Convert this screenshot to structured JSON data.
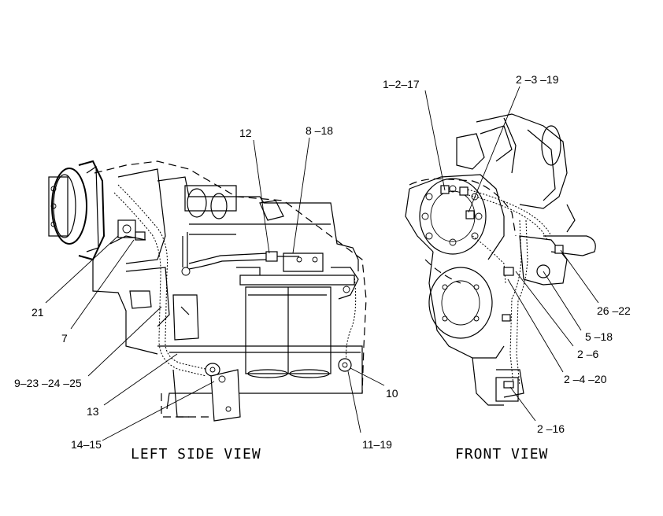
{
  "views": {
    "left_title": "LEFT SIDE VIEW",
    "front_title": "FRONT VIEW"
  },
  "callouts": {
    "c12": "12",
    "c8_18": "8 –18",
    "c21": "21",
    "c7": "7",
    "c9_23_24_25": "9–23 –24 –25",
    "c13": "13",
    "c14_15": "14–15",
    "c11_19": "11–19",
    "c10": "10",
    "c1_2_17": "1–2–17",
    "c2_3_19": "2 –3 –19",
    "c26_22": "26 –22",
    "c5_18": "5 –18",
    "c2_6": "2 –6",
    "c2_4_20": "2 –4 –20",
    "c2_16": "2 –16"
  }
}
